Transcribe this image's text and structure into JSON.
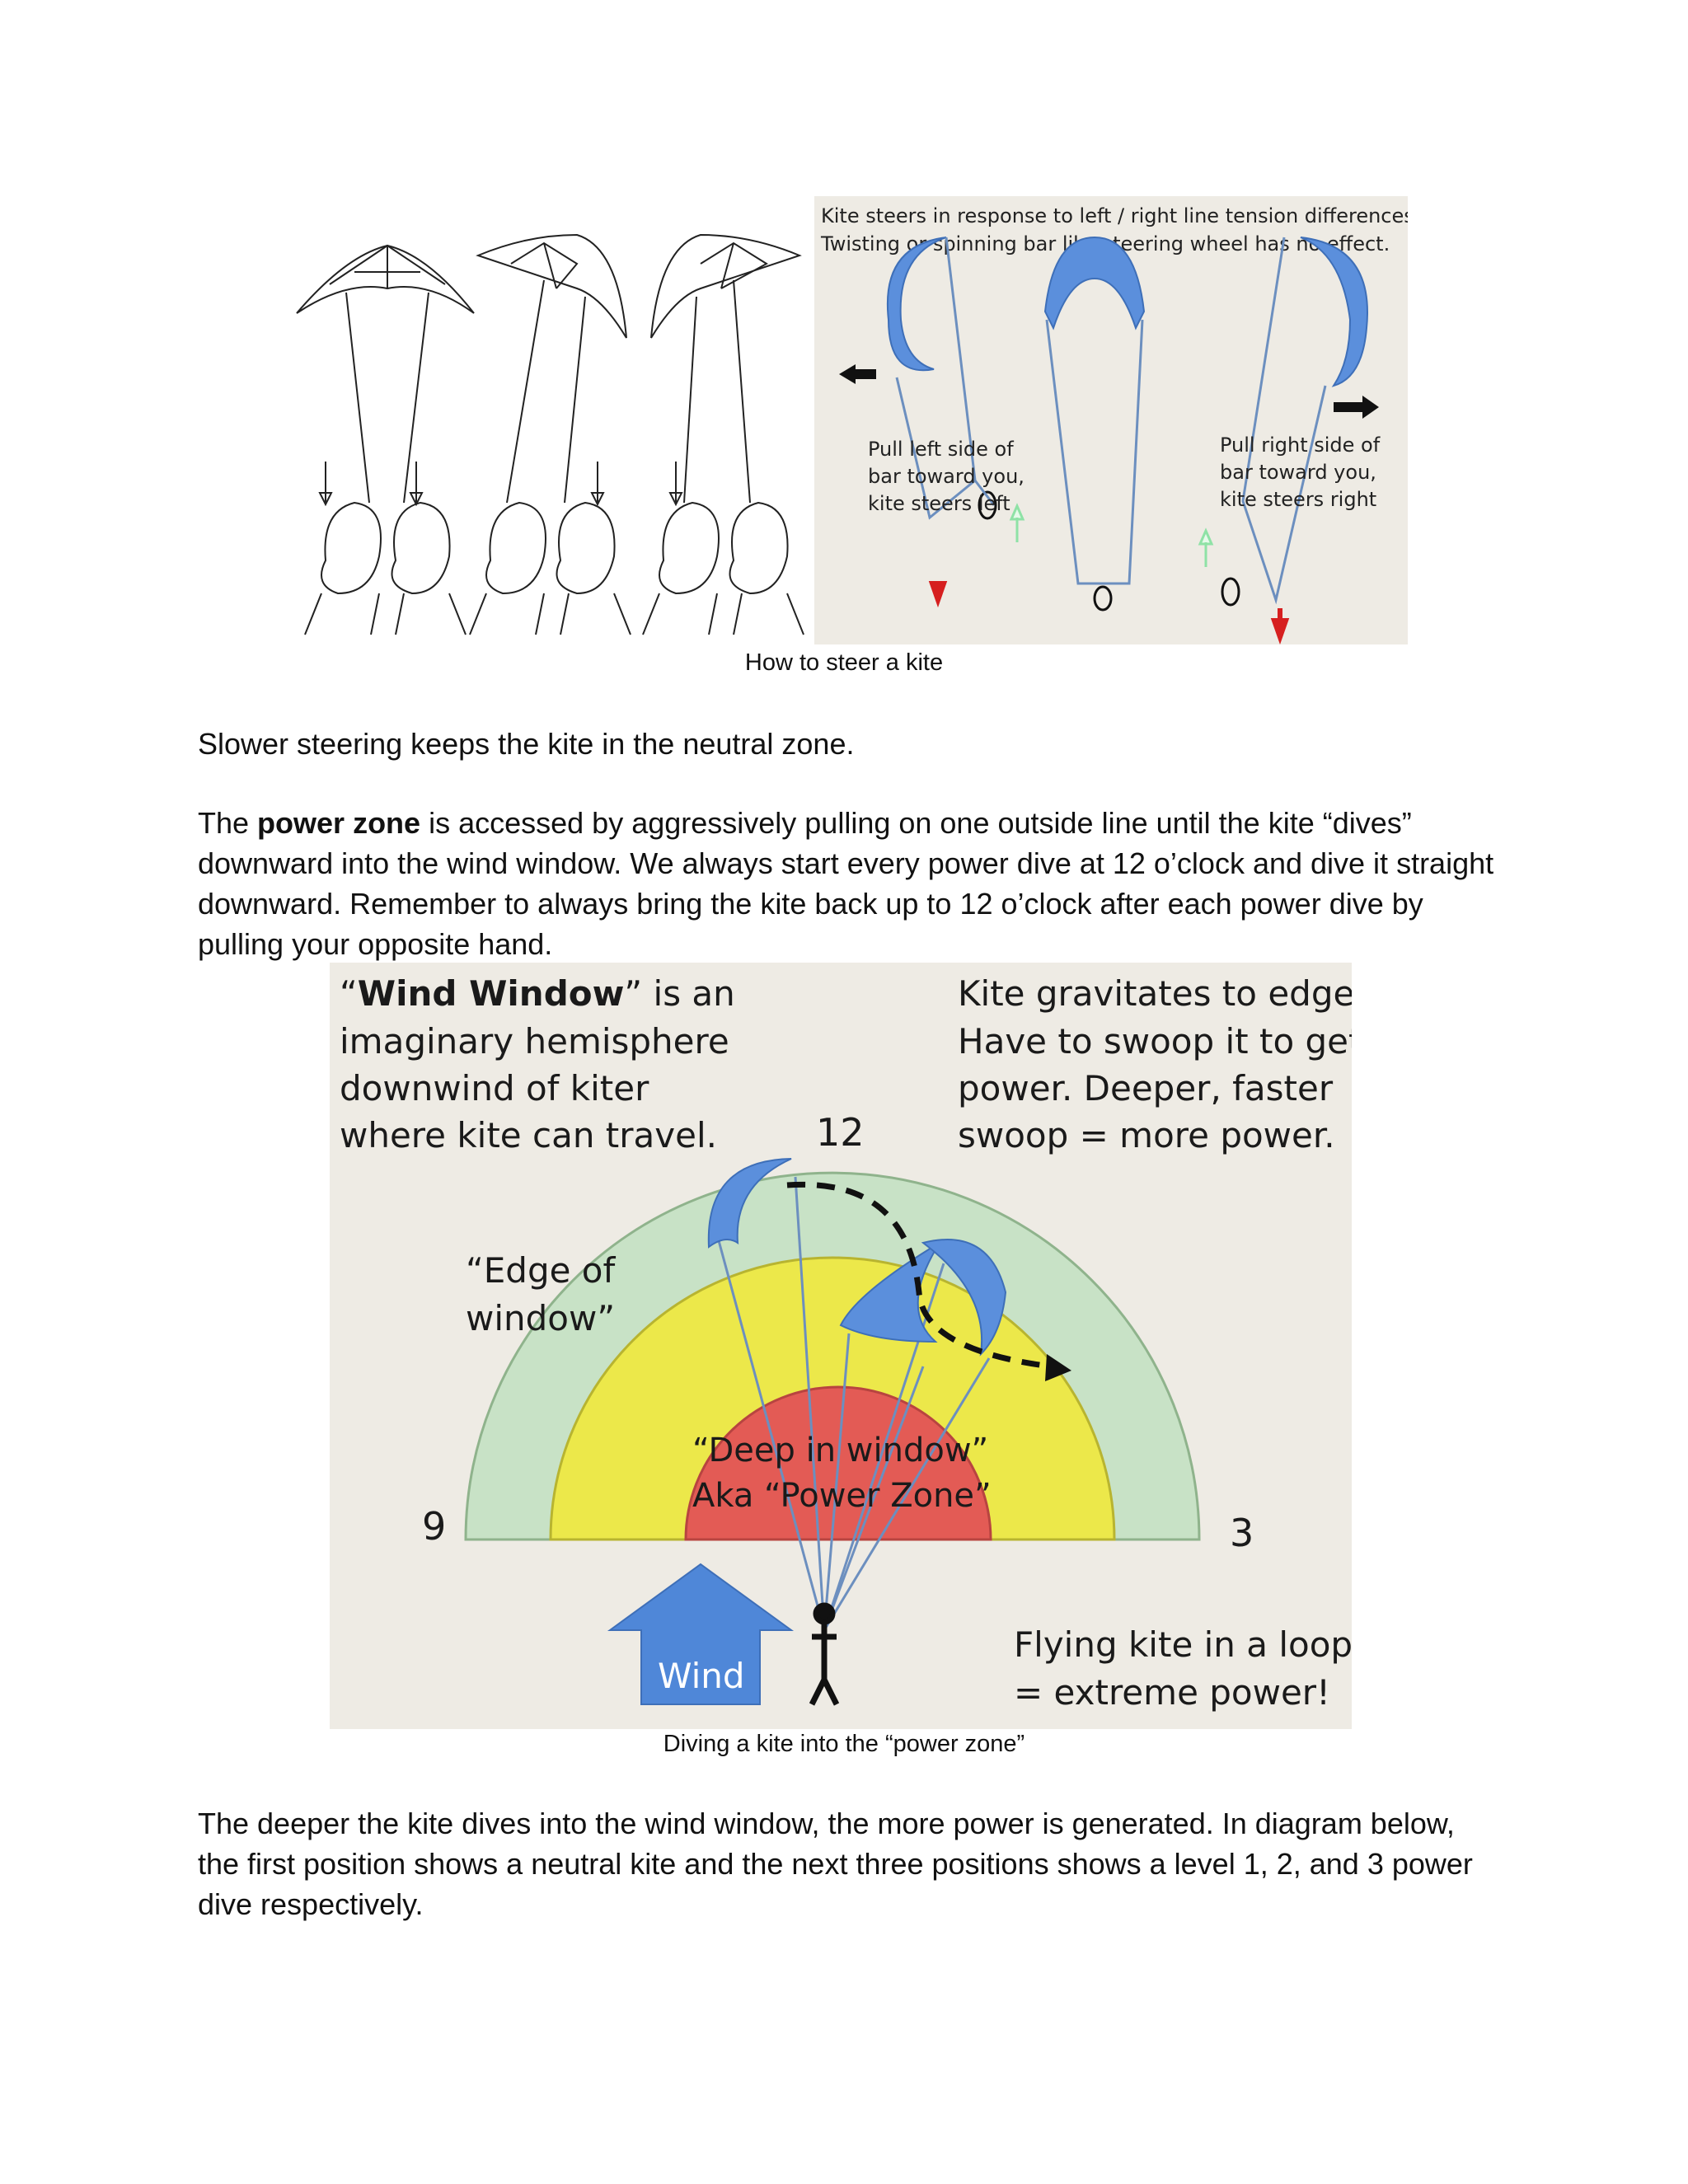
{
  "figure1": {
    "panel_note_line1": "Kite steers in response to left / right line tension differences.",
    "panel_note_line2": "Twisting or spinning bar like steering wheel has no effect.",
    "left_label": [
      "Pull left side of",
      "bar toward you,",
      "kite steers left"
    ],
    "right_label": [
      "Pull right side of",
      "bar toward you,",
      "kite steers right"
    ],
    "caption": "How to steer a kite"
  },
  "para1": "Slower steering keeps the kite in the neutral zone.",
  "para2": {
    "pre": "The ",
    "bold": "power zone",
    "post": " is accessed by aggressively pulling on one outside line until the kite “dives” downward into the wind window. We always start every power dive at 12 o’clock and dive it straight downward. Remember to always bring the kite back up to 12 o’clock after each power dive by pulling your opposite hand."
  },
  "figure2": {
    "tl_bold": "Wind Window",
    "tl_open": "“",
    "tl_rest": "” is an",
    "tl_lines": [
      "imaginary hemisphere",
      "downwind of kiter",
      "where kite can travel."
    ],
    "tr_lines": [
      "Kite gravitates to edge.",
      "Have to swoop it to get",
      "power.  Deeper, faster",
      "swoop = more power."
    ],
    "clock_12": "12",
    "clock_9": "9",
    "clock_3": "3",
    "edge_label": [
      "“Edge of",
      "window”"
    ],
    "deep_label": [
      "“Deep in window”",
      "Aka “Power Zone”"
    ],
    "wind_label": "Wind",
    "br_lines": [
      "Flying kite in a loop",
      "= extreme power!"
    ],
    "caption": "Diving a kite into the “power zone”"
  },
  "para3": "The deeper the kite dives into the wind window, the more power is generated. In diagram below, the first position shows a neutral kite and the next three positions shows a level 1, 2, and 3 power dive respectively."
}
